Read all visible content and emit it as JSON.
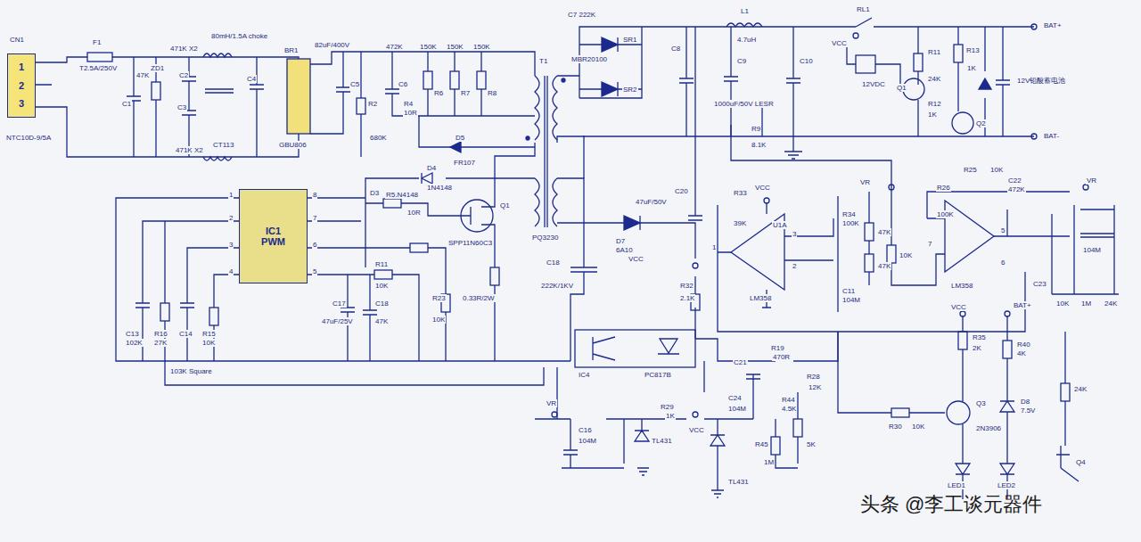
{
  "diagram": {
    "nodes": [
      {
        "text": [
          "1 2 3"
        ]
      },
      {
        "text": [
          "IC1",
          "PWM"
        ]
      }
    ],
    "labels": [
      "CN1",
      "NTC10D-9/5A",
      "F1",
      "T2.5A/250V",
      "C1",
      "47K",
      "ZD1",
      "471K X2",
      "C2",
      "C3",
      "471K X2",
      "80mH/1.5A choke",
      "CT113",
      "C4",
      "BR1",
      "GBU806",
      "82uF/400V",
      "C5",
      "R2",
      "680K",
      "472K",
      "C6",
      "R4",
      "10R",
      "150K",
      "150K",
      "150K",
      "R6",
      "R7",
      "R8",
      "D5",
      "FR107",
      "D4",
      "1N4148",
      "D3",
      "1N4148",
      "R5",
      "10R",
      "Q1",
      "SPP11N60C3",
      "T1",
      "PQ3230",
      "C7 222K",
      "SR1",
      "SR2",
      "MBR20100",
      "C8",
      "L1",
      "4.7uH",
      "C9",
      "1000uF/50V LESR",
      "C10",
      "R9",
      "8.1K",
      "RL1",
      "VCC",
      "12VDC",
      "Q1",
      "R11",
      "24K",
      "R12",
      "1K",
      "Q2",
      "R13",
      "1K",
      "12V铅酸蓄电池",
      "BAT+",
      "BAT-",
      "VCC",
      "D7",
      "6A10",
      "47uF/50V",
      "C20",
      "C18",
      "222K/1KV",
      "R32",
      "2.1K",
      "R33",
      "39K",
      "VCC",
      "U1A",
      "LM358",
      "1",
      "3",
      "2",
      "R34",
      "100K",
      "C11",
      "104M",
      "VR",
      "47K",
      "47K",
      "10K",
      "7",
      "R25",
      "10K",
      "R26",
      "100K",
      "C22",
      "472K",
      "LM358",
      "5",
      "6",
      "VR",
      "104M",
      "C23",
      "10K",
      "1M",
      "24K",
      "IC4",
      "PC817B",
      "R19",
      "470R",
      "C21",
      "R28",
      "12K",
      "C24",
      "104M",
      "R44",
      "4.5K",
      "R45",
      "1M",
      "5K",
      "VCC",
      "TL431",
      "VR",
      "C16",
      "104M",
      "TL431",
      "R29",
      "1K",
      "R30",
      "10K",
      "VCC",
      "R35",
      "2K",
      "Q3",
      "2N3906",
      "BAT+",
      "R40",
      "4K",
      "D8",
      "7.5V",
      "24K",
      "LED1",
      "LED2",
      "Q4",
      "头条 @李工谈元器件",
      "C13",
      "102K",
      "R16",
      "27K",
      "C14",
      "R15",
      "10K",
      "103K Square",
      "1",
      "2",
      "3",
      "4",
      "8",
      "7",
      "6",
      "5",
      "R11",
      "10K",
      "C17",
      "47uF/25V",
      "C18",
      "47K",
      "R23",
      "10K",
      "0.33R/2W"
    ]
  }
}
